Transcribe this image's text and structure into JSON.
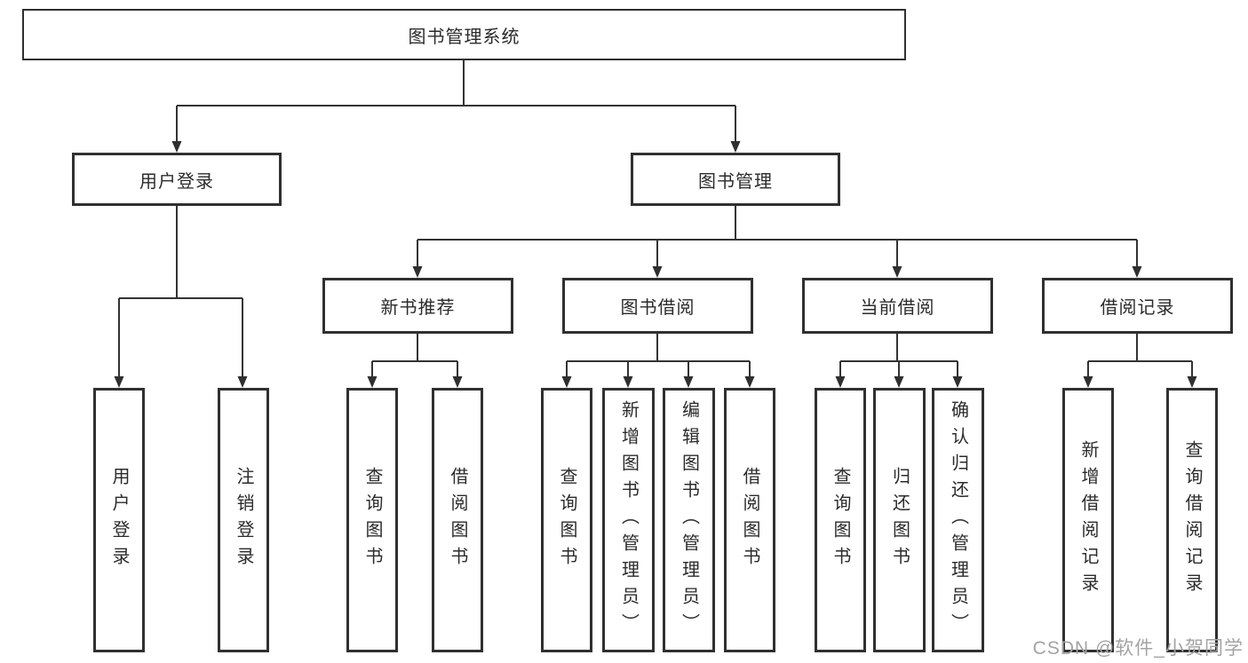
{
  "diagram_title": "图书管理系统",
  "colors": {
    "line": "#333333",
    "box_border": "#303030",
    "text": "#2b2b2b",
    "watermark": "#a3a3a3",
    "background": "#ffffff"
  },
  "tree": {
    "root": {
      "label": "图书管理系统",
      "children": [
        {
          "label": "用户登录",
          "children": [
            {
              "label": "用户登录"
            },
            {
              "label": "注销登录"
            }
          ]
        },
        {
          "label": "图书管理",
          "children": [
            {
              "label": "新书推荐",
              "children": [
                {
                  "label": "查询图书"
                },
                {
                  "label": "借阅图书"
                }
              ]
            },
            {
              "label": "图书借阅",
              "children": [
                {
                  "label": "查询图书"
                },
                {
                  "label": "新增图书（管理员）"
                },
                {
                  "label": "编辑图书（管理员）"
                },
                {
                  "label": "借阅图书"
                }
              ]
            },
            {
              "label": "当前借阅",
              "children": [
                {
                  "label": "查询图书"
                },
                {
                  "label": "归还图书"
                },
                {
                  "label": "确认归还（管理员）"
                }
              ]
            },
            {
              "label": "借阅记录",
              "children": [
                {
                  "label": "新增借阅记录"
                },
                {
                  "label": "查询借阅记录"
                }
              ]
            }
          ]
        }
      ]
    }
  },
  "watermark": "CSDN @软件_小贺同学"
}
